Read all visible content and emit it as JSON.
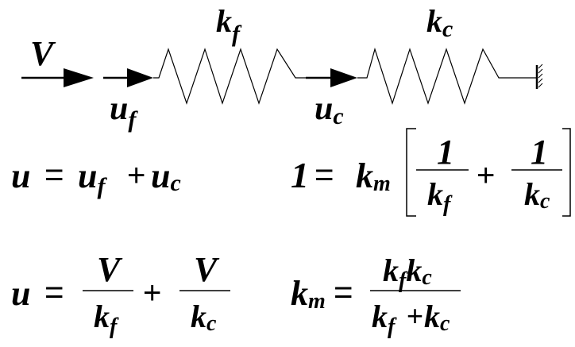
{
  "colors": {
    "ink": "#000000",
    "background": "#ffffff"
  },
  "diagram": {
    "force_label": {
      "main": "V"
    },
    "spring_1": {
      "main": "k",
      "sub": "f"
    },
    "spring_2": {
      "main": "k",
      "sub": "c"
    },
    "disp_1": {
      "main": "u",
      "sub": "f"
    },
    "disp_2": {
      "main": "u",
      "sub": "c"
    },
    "ground_icon": "fixed-support-icon"
  },
  "equations": {
    "eq1": {
      "lhs": "u",
      "eq": "=",
      "t1": {
        "main": "u",
        "sub": "f"
      },
      "plus": "+",
      "t2": {
        "main": "u",
        "sub": "c"
      }
    },
    "eq2": {
      "lhs": "1",
      "eq": "=",
      "coef": {
        "main": "k",
        "sub": "m"
      },
      "frac1": {
        "num": "1",
        "den_main": "k",
        "den_sub": "f"
      },
      "plus": "+",
      "frac2": {
        "num": "1",
        "den_main": "k",
        "den_sub": "c"
      }
    },
    "eq3": {
      "lhs": "u",
      "eq": "=",
      "frac1": {
        "num": "V",
        "den_main": "k",
        "den_sub": "f"
      },
      "plus": "+",
      "frac2": {
        "num": "V",
        "den_main": "k",
        "den_sub": "c"
      }
    },
    "eq4": {
      "lhs_main": "k",
      "lhs_sub": "m",
      "eq": "=",
      "num": {
        "a_main": "k",
        "a_sub": "f",
        "b_main": "k",
        "b_sub": "c"
      },
      "den": {
        "a_main": "k",
        "a_sub": "f",
        "plus": "+",
        "b_main": "k",
        "b_sub": "c"
      }
    }
  }
}
